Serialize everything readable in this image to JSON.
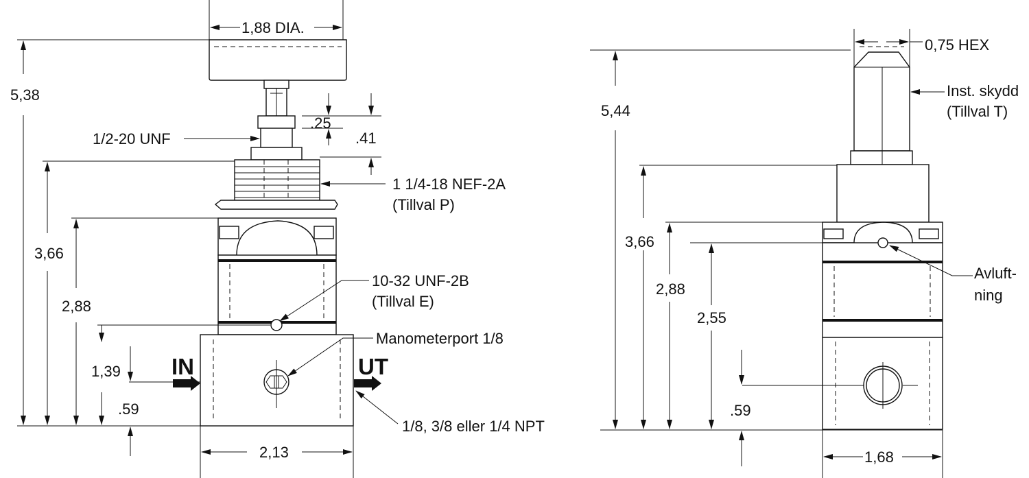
{
  "front_view": {
    "dim_overall_height": "5,38",
    "dim_diameter": "1,88 DIA.",
    "dim_bonnet_height": "3,66",
    "dim_body_height": "2,88",
    "dim_gauge_port_height": "1,39",
    "dim_port_height": ".59",
    "dim_width": "2,13",
    "dim_nut_height": ".25",
    "dim_stem_height": ".41",
    "thread_stem": "1/2-20 UNF",
    "thread_panel": "1 1/4-18 NEF-2A",
    "thread_panel_option": "(Tillval P)",
    "exhaust_port": "10-32 UNF-2B",
    "exhaust_port_option": "(Tillval E)",
    "gauge_port": "Manometerport 1/8",
    "inlet_label": "IN",
    "outlet_label": "UT",
    "npt_ports": "1/8, 3/8 eller 1/4 NPT"
  },
  "side_view": {
    "dim_overall_height": "5,44",
    "dim_hex": "0,75 HEX",
    "tamper_cap": "Inst. skydd",
    "tamper_cap_option": "(Tillval T)",
    "dim_bonnet_height": "3,66",
    "dim_body_height": "2,88",
    "dim_vent_height": "2,55",
    "dim_port_height": ".59",
    "dim_width": "1,68",
    "vent_label_line1": "Avluft-",
    "vent_label_line2": "ning"
  }
}
